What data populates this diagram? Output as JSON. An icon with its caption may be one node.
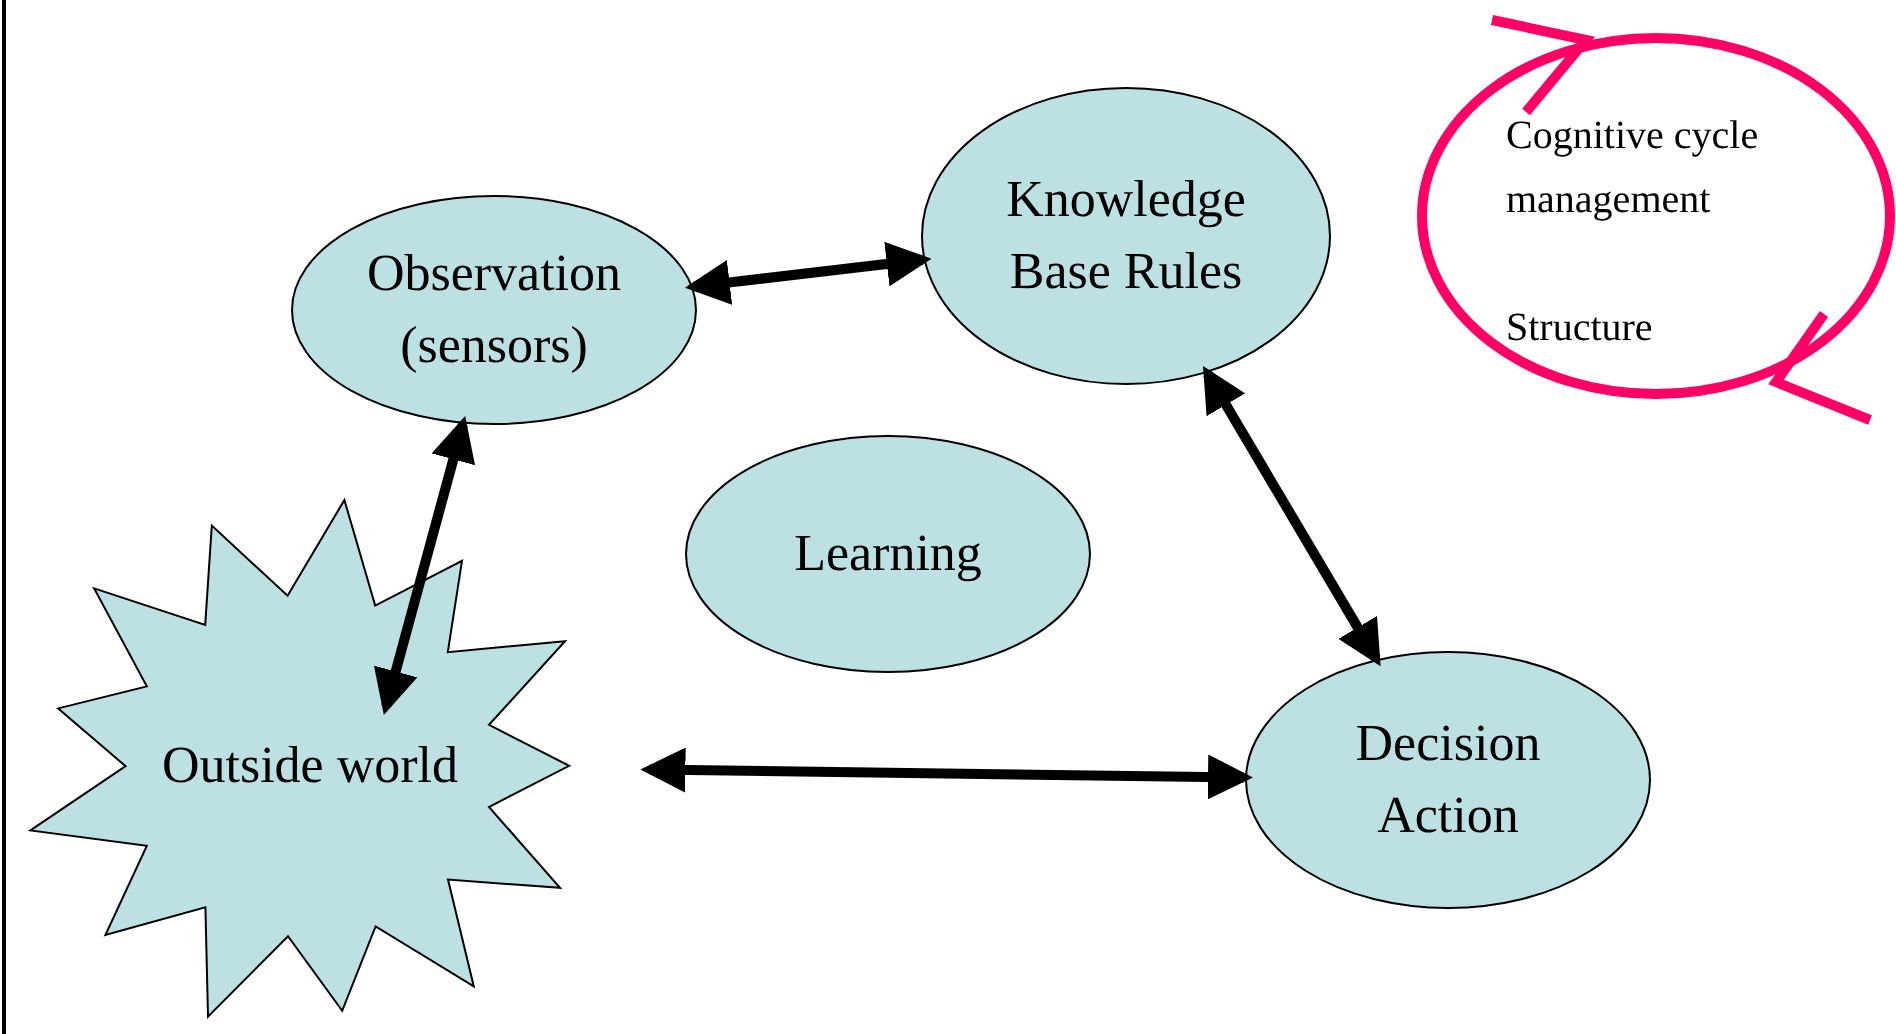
{
  "diagram": {
    "nodes": [
      {
        "text": [
          "Observation (sensors)"
        ]
      },
      {
        "text": [
          "Knowledge Base Rules"
        ]
      },
      {
        "text": [
          "Cognitive cycle management",
          "Structure"
        ]
      },
      {
        "text": [
          "Learning"
        ]
      },
      {
        "text": [
          "Outside world"
        ]
      },
      {
        "text": [
          "Decision Action"
        ]
      }
    ],
    "edges": [
      {
        "from": 0,
        "to": 1,
        "arrow": "both"
      },
      {
        "from": 1,
        "to": 5,
        "arrow": "both"
      },
      {
        "from": 4,
        "to": 0,
        "arrow": "both"
      },
      {
        "from": 4,
        "to": 5,
        "arrow": "both"
      }
    ]
  }
}
